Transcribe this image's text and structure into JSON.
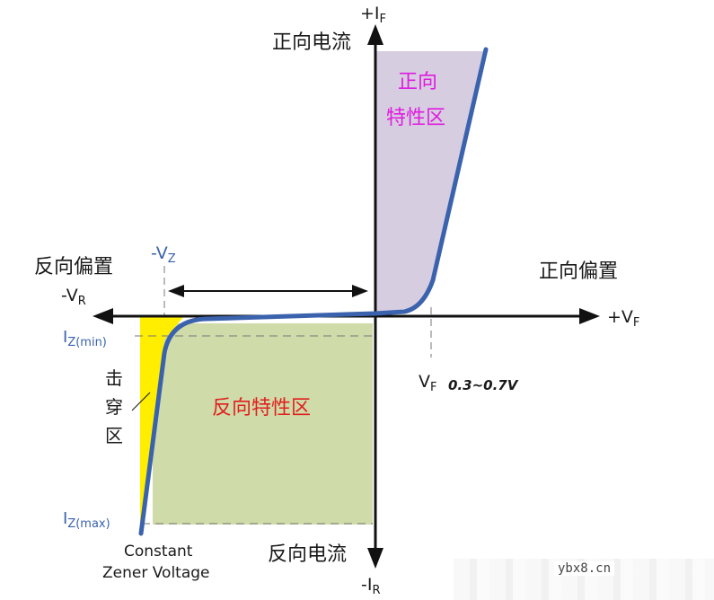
{
  "labels": {
    "plus_if": "+I",
    "plus_if_sub": "F",
    "minus_ir": "-I",
    "minus_ir_sub": "R",
    "plus_vf": "+V",
    "plus_vf_sub": "F",
    "minus_vr": "-V",
    "minus_vr_sub": "R",
    "minus_vz": "-V",
    "minus_vz_sub": "Z",
    "forward_current": "正向电流",
    "reverse_current": "反向电流",
    "forward_bias": "正向偏置",
    "reverse_bias": "反向偏置",
    "forward_region_line1": "正向",
    "forward_region_line2": "特性区",
    "reverse_region": "反向特性区",
    "breakdown_1": "击",
    "breakdown_2": "穿",
    "breakdown_3": "区",
    "iz_min": "I",
    "iz_min_sub": "Z(min)",
    "iz_max": "I",
    "iz_max_sub": "Z(max)",
    "vf": "V",
    "vf_sub": "F",
    "vf_range": "0.3~0.7V",
    "constant_1": "Constant",
    "constant_2": "Zener Voltage"
  },
  "watermark": "ybx8.cn",
  "colors": {
    "axis": "#111111",
    "curve": "#3a62ad",
    "forward_fill": "#d6cde1",
    "reverse_fill": "#cfdba8",
    "breakdown_fill": "#ffee00",
    "forward_text": "#e01be0",
    "reverse_text": "#e02020",
    "label_text": "#1a1a1a"
  }
}
